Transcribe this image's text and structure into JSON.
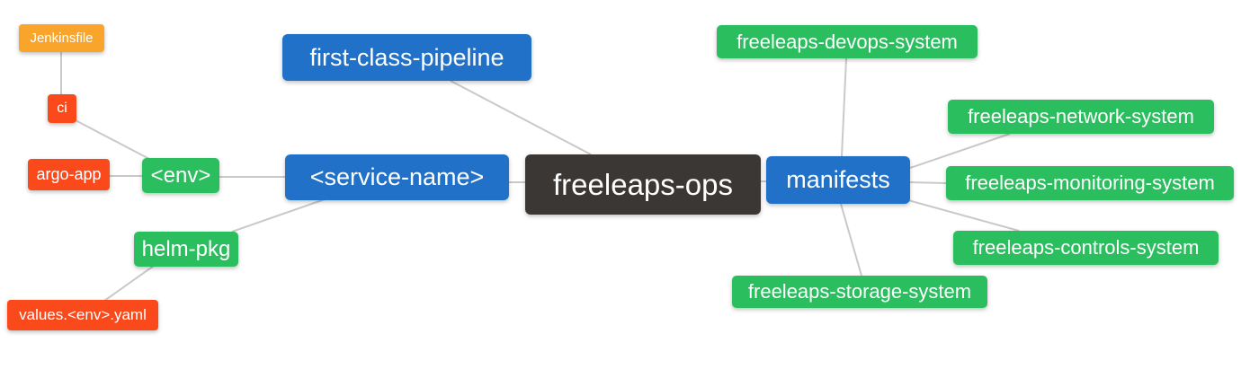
{
  "diagram": {
    "type": "mindmap",
    "root_label": "freeleaps-ops",
    "palette": {
      "root_node": "#3b3734",
      "primary_node": "#2071c7",
      "secondary_node": "#2abe5f",
      "leaf_red": "#fa4a1c",
      "leaf_orange": "#f9a42b",
      "edge_line": "#c9c9c9",
      "node_text": "#ffffff",
      "background": "#ffffff"
    },
    "nodes": [
      {
        "id": "jenkinsfile",
        "label": "Jenkinsfile",
        "color": "orange"
      },
      {
        "id": "ci",
        "label": "ci",
        "color": "red"
      },
      {
        "id": "argo-app",
        "label": "argo-app",
        "color": "red"
      },
      {
        "id": "env",
        "label": "<env>",
        "color": "green"
      },
      {
        "id": "helm-pkg",
        "label": "helm-pkg",
        "color": "green"
      },
      {
        "id": "values-env-yaml",
        "label": "values.<env>.yaml",
        "color": "red"
      },
      {
        "id": "first-class-pipeline",
        "label": "first-class-pipeline",
        "color": "blue"
      },
      {
        "id": "service-name",
        "label": "<service-name>",
        "color": "blue"
      },
      {
        "id": "freeleaps-ops",
        "label": "freeleaps-ops",
        "color": "dark"
      },
      {
        "id": "manifests",
        "label": "manifests",
        "color": "blue"
      },
      {
        "id": "freeleaps-devops-system",
        "label": "freeleaps-devops-system",
        "color": "green"
      },
      {
        "id": "freeleaps-network-system",
        "label": "freeleaps-network-system",
        "color": "green"
      },
      {
        "id": "freeleaps-monitoring-system",
        "label": "freeleaps-monitoring-system",
        "color": "green"
      },
      {
        "id": "freeleaps-controls-system",
        "label": "freeleaps-controls-system",
        "color": "green"
      },
      {
        "id": "freeleaps-storage-system",
        "label": "freeleaps-storage-system",
        "color": "green"
      }
    ],
    "edges": [
      {
        "from": "jenkinsfile",
        "to": "ci"
      },
      {
        "from": "ci",
        "to": "env"
      },
      {
        "from": "argo-app",
        "to": "env"
      },
      {
        "from": "env",
        "to": "service-name"
      },
      {
        "from": "helm-pkg",
        "to": "service-name"
      },
      {
        "from": "values-env-yaml",
        "to": "helm-pkg"
      },
      {
        "from": "first-class-pipeline",
        "to": "freeleaps-ops"
      },
      {
        "from": "service-name",
        "to": "freeleaps-ops"
      },
      {
        "from": "freeleaps-ops",
        "to": "manifests"
      },
      {
        "from": "manifests",
        "to": "freeleaps-devops-system"
      },
      {
        "from": "manifests",
        "to": "freeleaps-network-system"
      },
      {
        "from": "manifests",
        "to": "freeleaps-monitoring-system"
      },
      {
        "from": "manifests",
        "to": "freeleaps-controls-system"
      },
      {
        "from": "manifests",
        "to": "freeleaps-storage-system"
      }
    ]
  }
}
